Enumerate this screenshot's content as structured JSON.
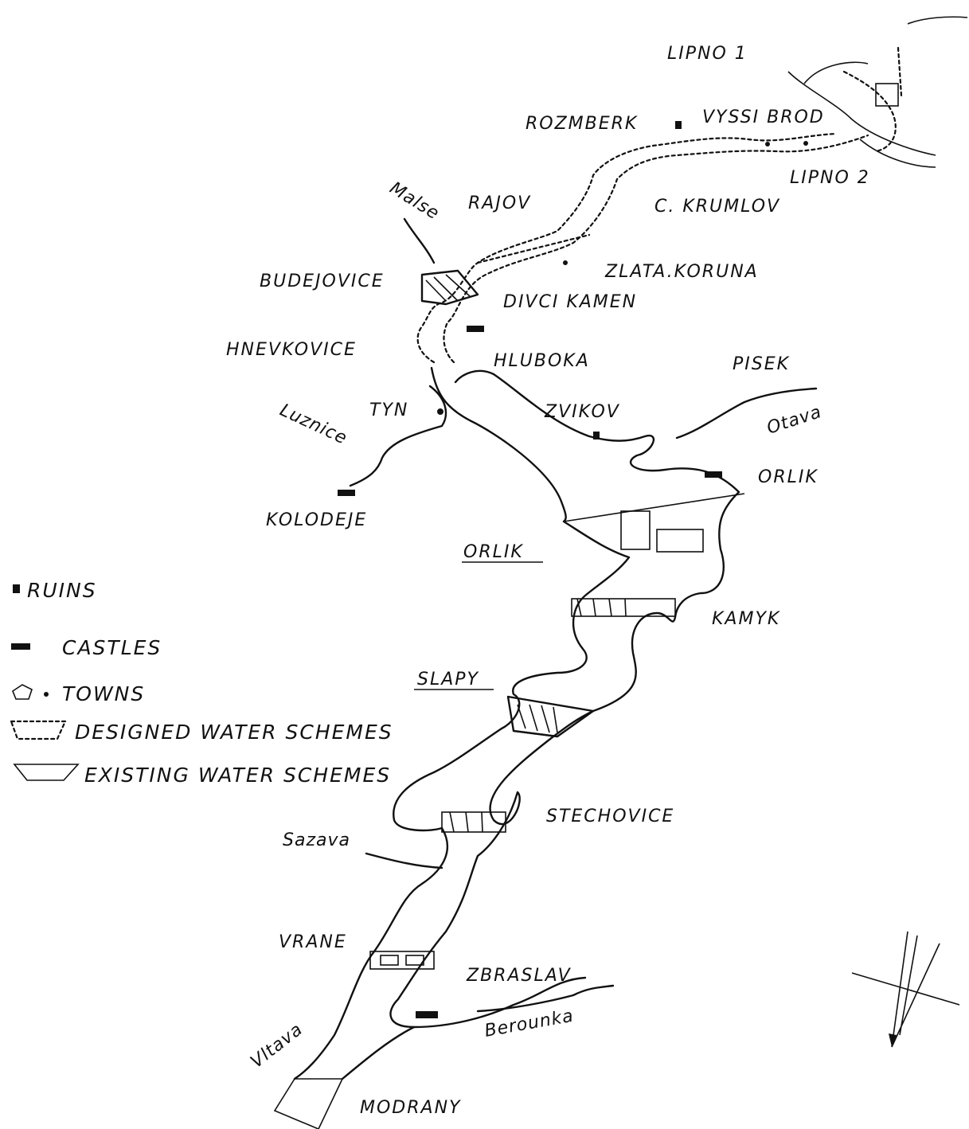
{
  "map": {
    "places": [
      {
        "id": "lipno1",
        "label": "LIPNO 1"
      },
      {
        "id": "rozmberk",
        "label": "ROZMBERK"
      },
      {
        "id": "vyssi-brod",
        "label": "VYSSI BROD"
      },
      {
        "id": "lipno2",
        "label": "LIPNO 2"
      },
      {
        "id": "rajov",
        "label": "RAJOV"
      },
      {
        "id": "c-krumlov",
        "label": "C. KRUMLOV"
      },
      {
        "id": "zlata-koruna",
        "label": "ZLATA.KORUNA"
      },
      {
        "id": "budejovice",
        "label": "BUDEJOVICE"
      },
      {
        "id": "divci-kamen",
        "label": "DIVCI KAMEN"
      },
      {
        "id": "hnevkovice",
        "label": "HNEVKOVICE"
      },
      {
        "id": "hluboka",
        "label": "HLUBOKA"
      },
      {
        "id": "pisek",
        "label": "PISEK"
      },
      {
        "id": "tyn",
        "label": "TYN"
      },
      {
        "id": "zvikov",
        "label": "ZVIKOV"
      },
      {
        "id": "orlik-castle",
        "label": "ORLIK"
      },
      {
        "id": "kolodeje",
        "label": "KOLODEJE"
      },
      {
        "id": "kamyk",
        "label": "KAMYK"
      },
      {
        "id": "stechovice",
        "label": "STECHOVICE"
      },
      {
        "id": "vrane",
        "label": "VRANE"
      },
      {
        "id": "zbraslav",
        "label": "ZBRASLAV"
      },
      {
        "id": "modrany",
        "label": "MODRANY"
      }
    ],
    "reservoirs": [
      {
        "id": "orlik-reservoir",
        "label": "ORLIK"
      },
      {
        "id": "slapy-reservoir",
        "label": "SLAPY"
      }
    ],
    "rivers": [
      {
        "id": "malse",
        "label": "Malse"
      },
      {
        "id": "luznice",
        "label": "Luznice"
      },
      {
        "id": "otava",
        "label": "Otava"
      },
      {
        "id": "sazava",
        "label": "Sazava"
      },
      {
        "id": "vltava",
        "label": "Vltava"
      },
      {
        "id": "berounka",
        "label": "Berounka"
      }
    ]
  },
  "legend": {
    "items": [
      {
        "symbol": "ruins-icon",
        "label": "RUINS"
      },
      {
        "symbol": "castle-icon",
        "label": "CASTLES"
      },
      {
        "symbol": "town-icon",
        "label": "TOWNS"
      },
      {
        "symbol": "designed-scheme-icon",
        "label": "DESIGNED  WATER  SCHEMES"
      },
      {
        "symbol": "existing-scheme-icon",
        "label": "EXISTING  WATER  SCHEMES"
      }
    ]
  },
  "colors": {
    "ink": "#111111",
    "paper": "#ffffff"
  }
}
